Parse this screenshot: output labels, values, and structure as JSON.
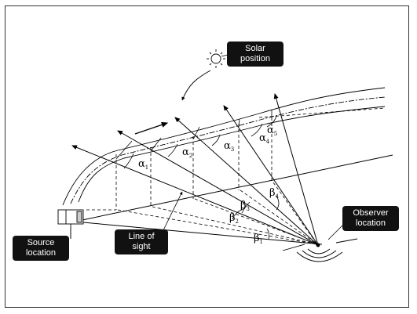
{
  "callouts": {
    "solar": [
      "Solar",
      "position"
    ],
    "observer": [
      "Observer",
      "location"
    ],
    "source": [
      "Source",
      "location"
    ],
    "sight": [
      "Line of",
      "sight"
    ]
  },
  "angles": {
    "alpha": [
      {
        "sym": "α",
        "sub": "1"
      },
      {
        "sym": "α",
        "sub": "2"
      },
      {
        "sym": "α",
        "sub": "3"
      },
      {
        "sym": "α",
        "sub": "4"
      },
      {
        "sym": "α",
        "sub": "5"
      }
    ],
    "beta": [
      {
        "sym": "β",
        "sub": "1"
      },
      {
        "sym": "β",
        "sub": "2"
      },
      {
        "sym": "β",
        "sub": "3"
      },
      {
        "sym": "β",
        "sub": "4"
      }
    ]
  },
  "icons": {
    "sun": "sun-icon"
  }
}
